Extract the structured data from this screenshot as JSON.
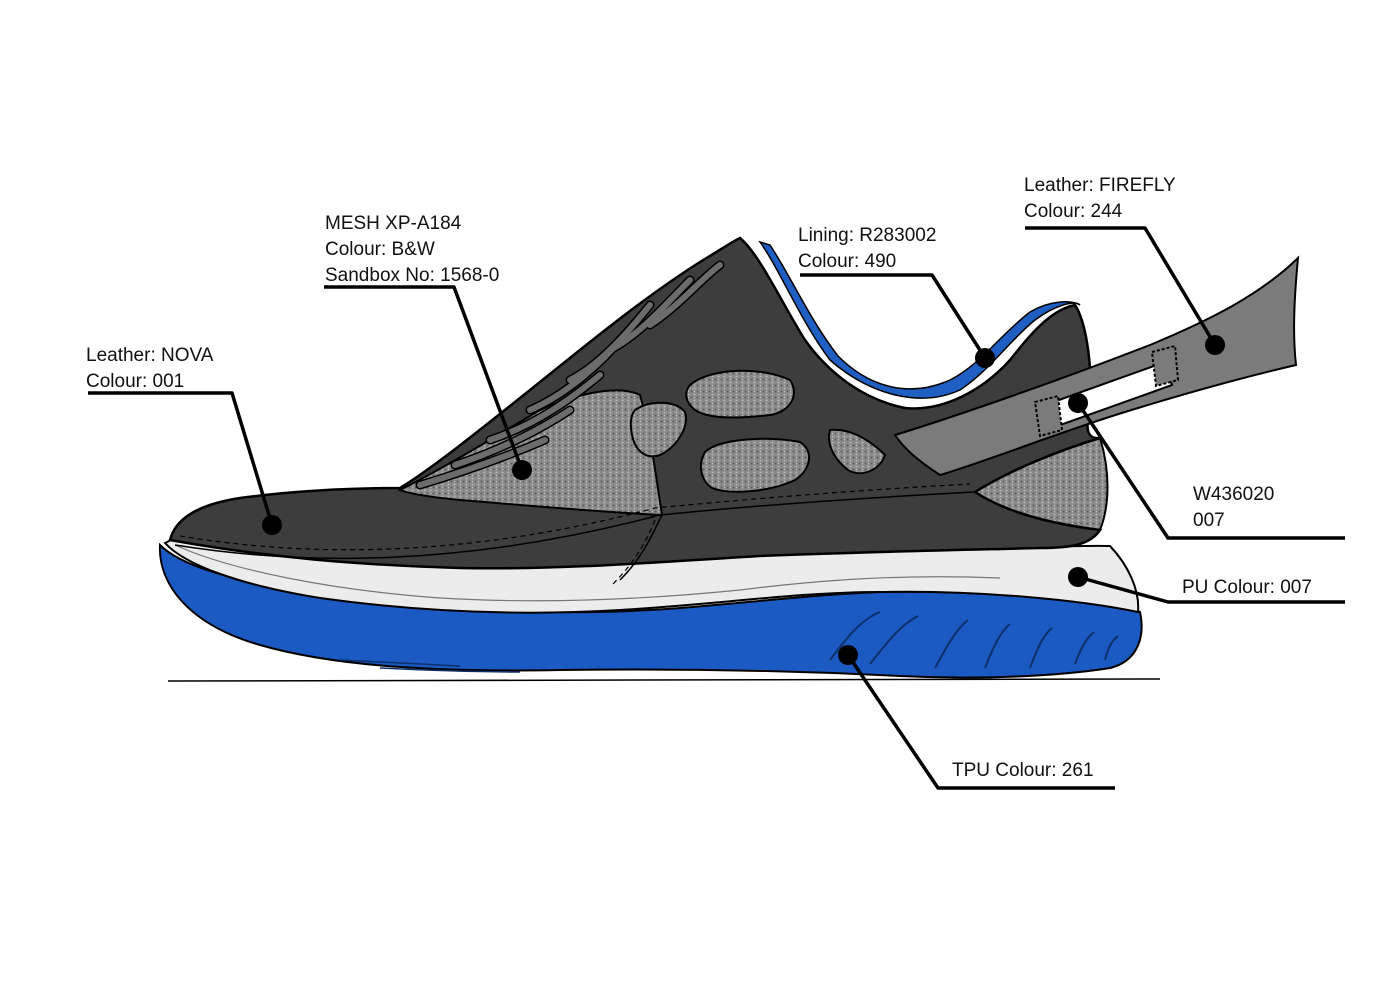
{
  "colors": {
    "upper_leather": "#3d3d3d",
    "mesh": "#8a8a8a",
    "heel_strap": "#7b7b7b",
    "lining": "#1f5fc4",
    "midsole_pu": "#ececec",
    "outsole_tpu": "#1b5ac2",
    "outline": "#000000",
    "leader_line": "#000000",
    "laces": "#6c6c6c"
  },
  "callouts": {
    "upper_leather": {
      "line1": "Leather: NOVA",
      "line2": "Colour: 001"
    },
    "mesh": {
      "line1": "MESH XP-A184",
      "line2": "Colour: B&W",
      "line3": "Sandbox No: 1568-0"
    },
    "lining": {
      "line1": "Lining: R283002",
      "line2": "Colour: 490"
    },
    "heel_strap": {
      "line1": "Leather: FIREFLY",
      "line2": "Colour: 244"
    },
    "hardware": {
      "line1": "W436020",
      "line2": "007"
    },
    "midsole": {
      "line1": "PU Colour: 007"
    },
    "outsole": {
      "line1": "TPU Colour: 261"
    }
  }
}
